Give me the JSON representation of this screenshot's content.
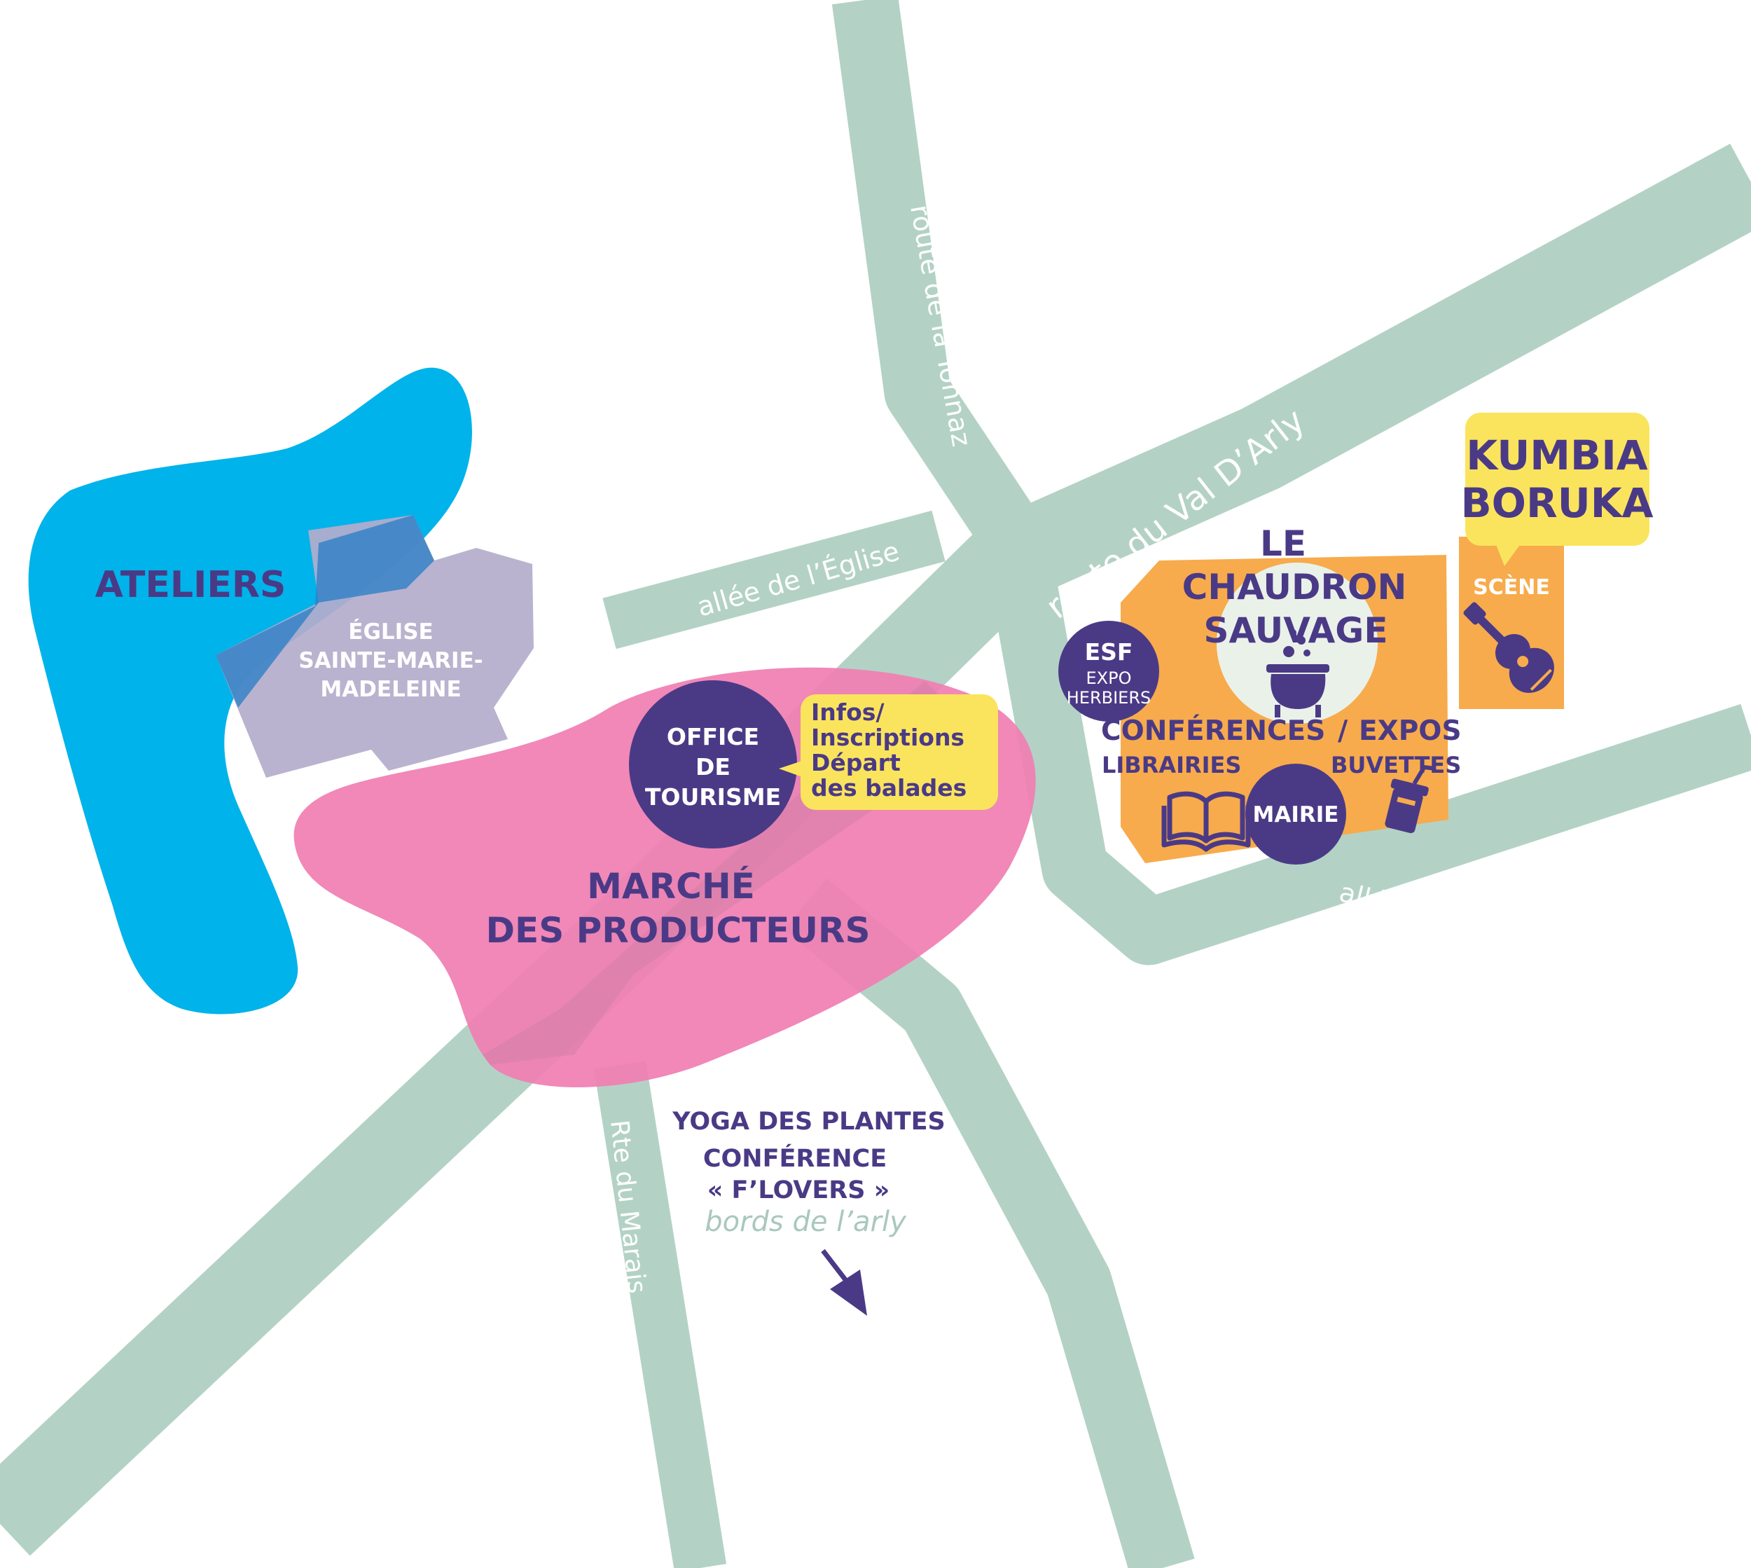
{
  "colors": {
    "road": "#b3d2c5",
    "ateliers": "#00b3ea",
    "eglise": "#b4adcb",
    "marche": "#f07fb3",
    "chaudron": "#f7ab4c",
    "label": "#4a3a86",
    "callout": "#fbe45d"
  },
  "roads": {
    "tonnaz": "route de la Tonnaz",
    "eglise": "allée de l’Église",
    "val_arly_upper": "route du Val D’Arly",
    "val_arly_lower": "route du Val D’Arly",
    "marais": "Rte du Marais",
    "mairie": "allée de la Mairie"
  },
  "zones": {
    "ateliers": "ATELIERS",
    "eglise": [
      "ÉGLISE",
      "SAINTE-MARIE-",
      "MADELEINE"
    ],
    "marche": [
      "MARCHÉ",
      "DES PRODUCTEURS"
    ],
    "chaudron": [
      "LE",
      "CHAUDRON",
      "SAUVAGE"
    ]
  },
  "office": {
    "lines": [
      "OFFICE",
      "DE",
      "TOURISME"
    ],
    "callout": [
      "Infos/",
      "Inscriptions",
      "Départ",
      "des balades"
    ]
  },
  "esf": {
    "title": "ESF",
    "sub": [
      "EXPO",
      "HERBIERS"
    ]
  },
  "activities": {
    "conferences": "CONFÉRENCES",
    "slash": "/",
    "expos": "EXPOS",
    "librairies": "LIBRAIRIES",
    "buvettes": "BUVETTES",
    "mairie": "MAIRIE"
  },
  "stage": {
    "band": [
      "KUMBIA",
      "BORUKA"
    ],
    "label": "SCÈNE"
  },
  "riverside": {
    "yoga": "YOGA DES PLANTES",
    "conference": "CONFÉRENCE",
    "flovers": "« F’LOVERS »",
    "place": "bords de l’arly"
  },
  "icons": [
    "cauldron-icon",
    "book-icon",
    "drink-cup-icon",
    "guitar-icon",
    "arrow-down-right-icon"
  ]
}
